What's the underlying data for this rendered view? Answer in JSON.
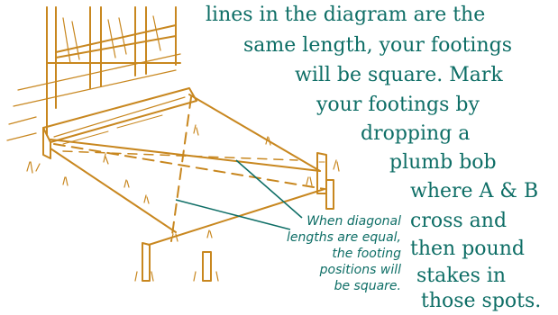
{
  "body_text": {
    "lines": [
      "lines in the diagram are the",
      "same length, your footings",
      "will be square. Mark",
      "your footings by",
      "dropping a",
      "plumb bob",
      "where A & B",
      "cross and",
      "then pound",
      "stakes in",
      "those spots."
    ]
  },
  "callout": {
    "lines": [
      "When diagonal",
      "lengths are equal,",
      "the footing",
      "positions will",
      "be square."
    ]
  },
  "colors": {
    "sketch": "#c8871f",
    "text": "#0e6e66",
    "leader": "#0e6e66"
  },
  "icons": {
    "illustration": "footing-layout-sketch-icon"
  }
}
